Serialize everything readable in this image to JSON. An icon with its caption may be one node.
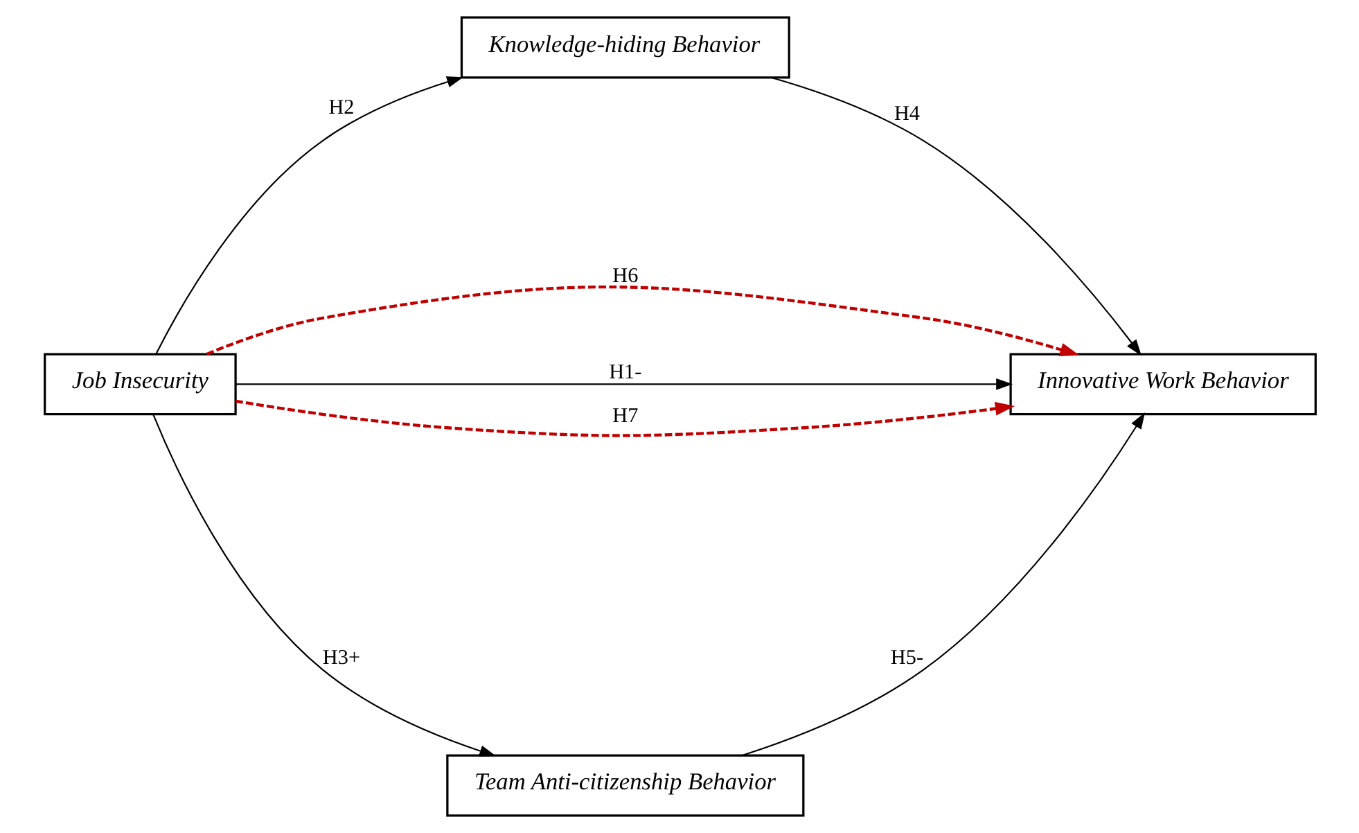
{
  "diagram": {
    "nodes": [
      {
        "text": [
          "Job Insecurity"
        ]
      },
      {
        "text": [
          "Knowledge-hiding Behavior"
        ]
      },
      {
        "text": [
          "Innovative Work Behavior"
        ]
      },
      {
        "text": [
          "Team Anti-citizenship Behavior"
        ]
      }
    ],
    "edges": [
      {
        "from": 0,
        "to": 1,
        "arrow": "to",
        "label": "H2"
      },
      {
        "from": 0,
        "to": 2,
        "arrow": "to",
        "label": "H6",
        "style": "dashed",
        "color": "#c00000"
      },
      {
        "from": 1,
        "to": 2,
        "arrow": "to",
        "label": "H4"
      },
      {
        "from": 0,
        "to": 2,
        "arrow": "to",
        "label": "H1-"
      },
      {
        "from": 3,
        "to": 2,
        "arrow": "to",
        "label": "H5-"
      },
      {
        "from": 0,
        "to": 2,
        "arrow": "to",
        "label": "H7",
        "style": "dashed",
        "color": "#c00000"
      },
      {
        "from": 0,
        "to": 3,
        "arrow": "to",
        "label": "H3+"
      }
    ]
  }
}
